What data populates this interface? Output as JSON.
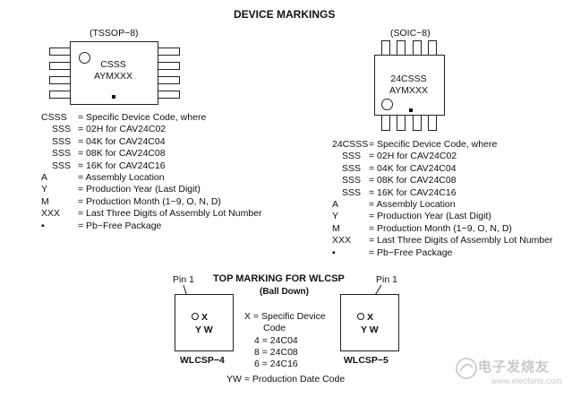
{
  "title": "DEVICE MARKINGS",
  "tssop": {
    "label": "(TSSOP−8)",
    "line1": "CSSS",
    "line2": "AYMXXX",
    "legend": [
      {
        "code": "CSSS",
        "desc": "= Specific Device Code, where",
        "indent": 0
      },
      {
        "code": "SSS",
        "desc": "= 02H for CAV24C02",
        "indent": 1
      },
      {
        "code": "SSS",
        "desc": "= 04K for CAV24C04",
        "indent": 1
      },
      {
        "code": "SSS",
        "desc": "= 08K for CAV24C08",
        "indent": 1
      },
      {
        "code": "SSS",
        "desc": "= 16K for CAV24C16",
        "indent": 1
      },
      {
        "code": "A",
        "desc": "= Assembly Location",
        "indent": 0
      },
      {
        "code": "Y",
        "desc": "= Production Year (Last Digit)",
        "indent": 0
      },
      {
        "code": "M",
        "desc": "= Production Month (1−9, O, N, D)",
        "indent": 0
      },
      {
        "code": "XXX",
        "desc": "= Last Three Digits of Assembly Lot Number",
        "indent": 0
      },
      {
        "code": "▪",
        "desc": "= Pb−Free Package",
        "indent": 0
      }
    ]
  },
  "soic": {
    "label": "(SOIC−8)",
    "line1": "24CSSS",
    "line2": "AYMXXX",
    "legend": [
      {
        "code": "24CSSS",
        "desc": "= Specific Device Code, where",
        "indent": 0
      },
      {
        "code": "SSS",
        "desc": "= 02H for CAV24C02",
        "indent": 1
      },
      {
        "code": "SSS",
        "desc": "= 04K for CAV24C04",
        "indent": 1
      },
      {
        "code": "SSS",
        "desc": "= 08K for CAV24C08",
        "indent": 1
      },
      {
        "code": "SSS",
        "desc": "= 16K for CAV24C16",
        "indent": 1
      },
      {
        "code": "A",
        "desc": "= Assembly Location",
        "indent": 0
      },
      {
        "code": "Y",
        "desc": "= Production Year (Last Digit)",
        "indent": 0
      },
      {
        "code": "M",
        "desc": "= Production Month (1−9, O, N, D)",
        "indent": 0
      },
      {
        "code": "XXX",
        "desc": "= Last Three Digits of Assembly Lot Number",
        "indent": 0
      },
      {
        "code": "▪",
        "desc": "= Pb−Free Package",
        "indent": 0
      }
    ]
  },
  "wlcsp": {
    "title": "TOP MARKING FOR WLCSP",
    "subtitle": "(Ball Down)",
    "pin_label": "Pin 1",
    "mark_x": "X",
    "mark_yw": "Y W",
    "left_caption": "WLCSP−4",
    "right_caption": "WLCSP−5",
    "desc_lines": [
      "X = Specific Device",
      "Code",
      "4 = 24C04",
      "8 = 24C08",
      "6 = 24C16"
    ],
    "footer": "YW = Production Date Code"
  },
  "watermark": {
    "cn": "电子发烧友",
    "url": "www.elecfans.com"
  }
}
